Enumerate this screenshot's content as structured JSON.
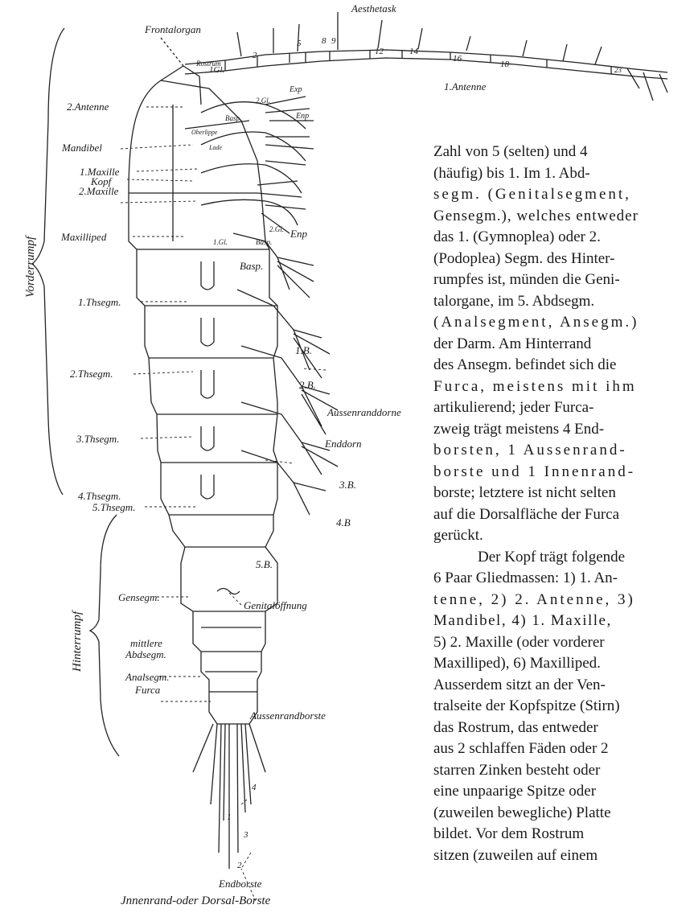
{
  "figure": {
    "labels_left": {
      "frontalorgan": "Frontalorgan",
      "antenne2": "2.Antenne",
      "mandibel": "Mandibel",
      "maxille1": "1.Maxille",
      "kopf": "Kopf",
      "maxille2": "2.Maxille",
      "maxilliped": "Maxilliped",
      "thsegm1": "1.Thsegm.",
      "thsegm2": "2.Thsegm.",
      "thsegm3": "3.Thsegm.",
      "thsegm4": "4.Thsegm.",
      "thsegm5": "5.Thsegm.",
      "gensegm": "Gensegm.",
      "mittlere": "mittlere",
      "abdsegm": "Abdsegm.",
      "analsegm": "Analsegm.",
      "furca": "Furca"
    },
    "labels_vertical": {
      "vorderrumpf": "Vorderrumpf",
      "hinterrumpf": "Hinterrumpf"
    },
    "labels_right": {
      "aesthetask": "Aesthetask",
      "antenne1": "1.Antenne",
      "basp": "Basp.",
      "b1": "1.B.",
      "b2": "2.B.",
      "aussenranddorne": "Aussenranddorne",
      "enddorn": "Enddorn",
      "b3": "3.B.",
      "b4": "4.B",
      "b5": "5.B.",
      "genitaloeffnung": "Genitalöffnung",
      "aussenrandborste": "Aussenrandborste",
      "endborste": "Endborste",
      "innenrand": "Jnnenrand-oder Dorsal-Borste",
      "enp": "Enp"
    },
    "antenna_segment_numbers": [
      "2",
      "5",
      "8",
      "9",
      "12",
      "14",
      "16",
      "18",
      "23"
    ],
    "small_labels": [
      "Rostrum",
      "1Gl.",
      "Basp.",
      "2.Gl.",
      "Exp",
      "Enp",
      "Oberlippe",
      "Lade",
      "1.Gl.",
      "2.Gl.",
      "Basp."
    ],
    "bristle_numbers": [
      "1",
      "2",
      "3",
      "4"
    ]
  },
  "text_lines": [
    "Zahl von 5 (selten) und 4",
    "(häufig) bis 1. Im 1. Abd-",
    "segm. (Genitalsegment,",
    "Gensegm.), welches entweder",
    "das 1. (Gymnoplea) oder 2.",
    "(Podoplea) Segm. des Hinter-",
    "rumpfes ist, münden die Geni-",
    "talorgane, im 5. Abdsegm.",
    "(Analsegment, Ansegm.)",
    "der Darm. Am Hinterrand",
    "des Ansegm. befindet sich die",
    "Furca, meistens mit ihm",
    "artikulierend; jeder Furca-",
    "zweig trägt meistens 4 End-",
    "borsten, 1 Aussenrand-",
    "borste und 1 Innenrand-",
    "borste; letztere ist nicht selten",
    "auf die Dorsalfläche der Furca",
    "gerückt.",
    "Der Kopf trägt folgende",
    "6 Paar Gliedmassen: 1) 1. An-",
    "tenne, 2) 2. Antenne, 3)",
    "Mandibel, 4) 1. Maxille,",
    "5) 2. Maxille (oder vorderer",
    "Maxilliped), 6) Maxilliped.",
    "Ausserdem sitzt an der Ven-",
    "tralseite der Kopfspitze (Stirn)",
    "das Rostrum, das entweder",
    "aus 2 schlaffen Fäden oder 2",
    "starren Zinken besteht oder",
    "eine unpaarige Spitze oder",
    "(zuweilen bewegliche) Platte",
    "bildet. Vor dem Rostrum",
    "sitzen (zuweilen auf einem"
  ]
}
